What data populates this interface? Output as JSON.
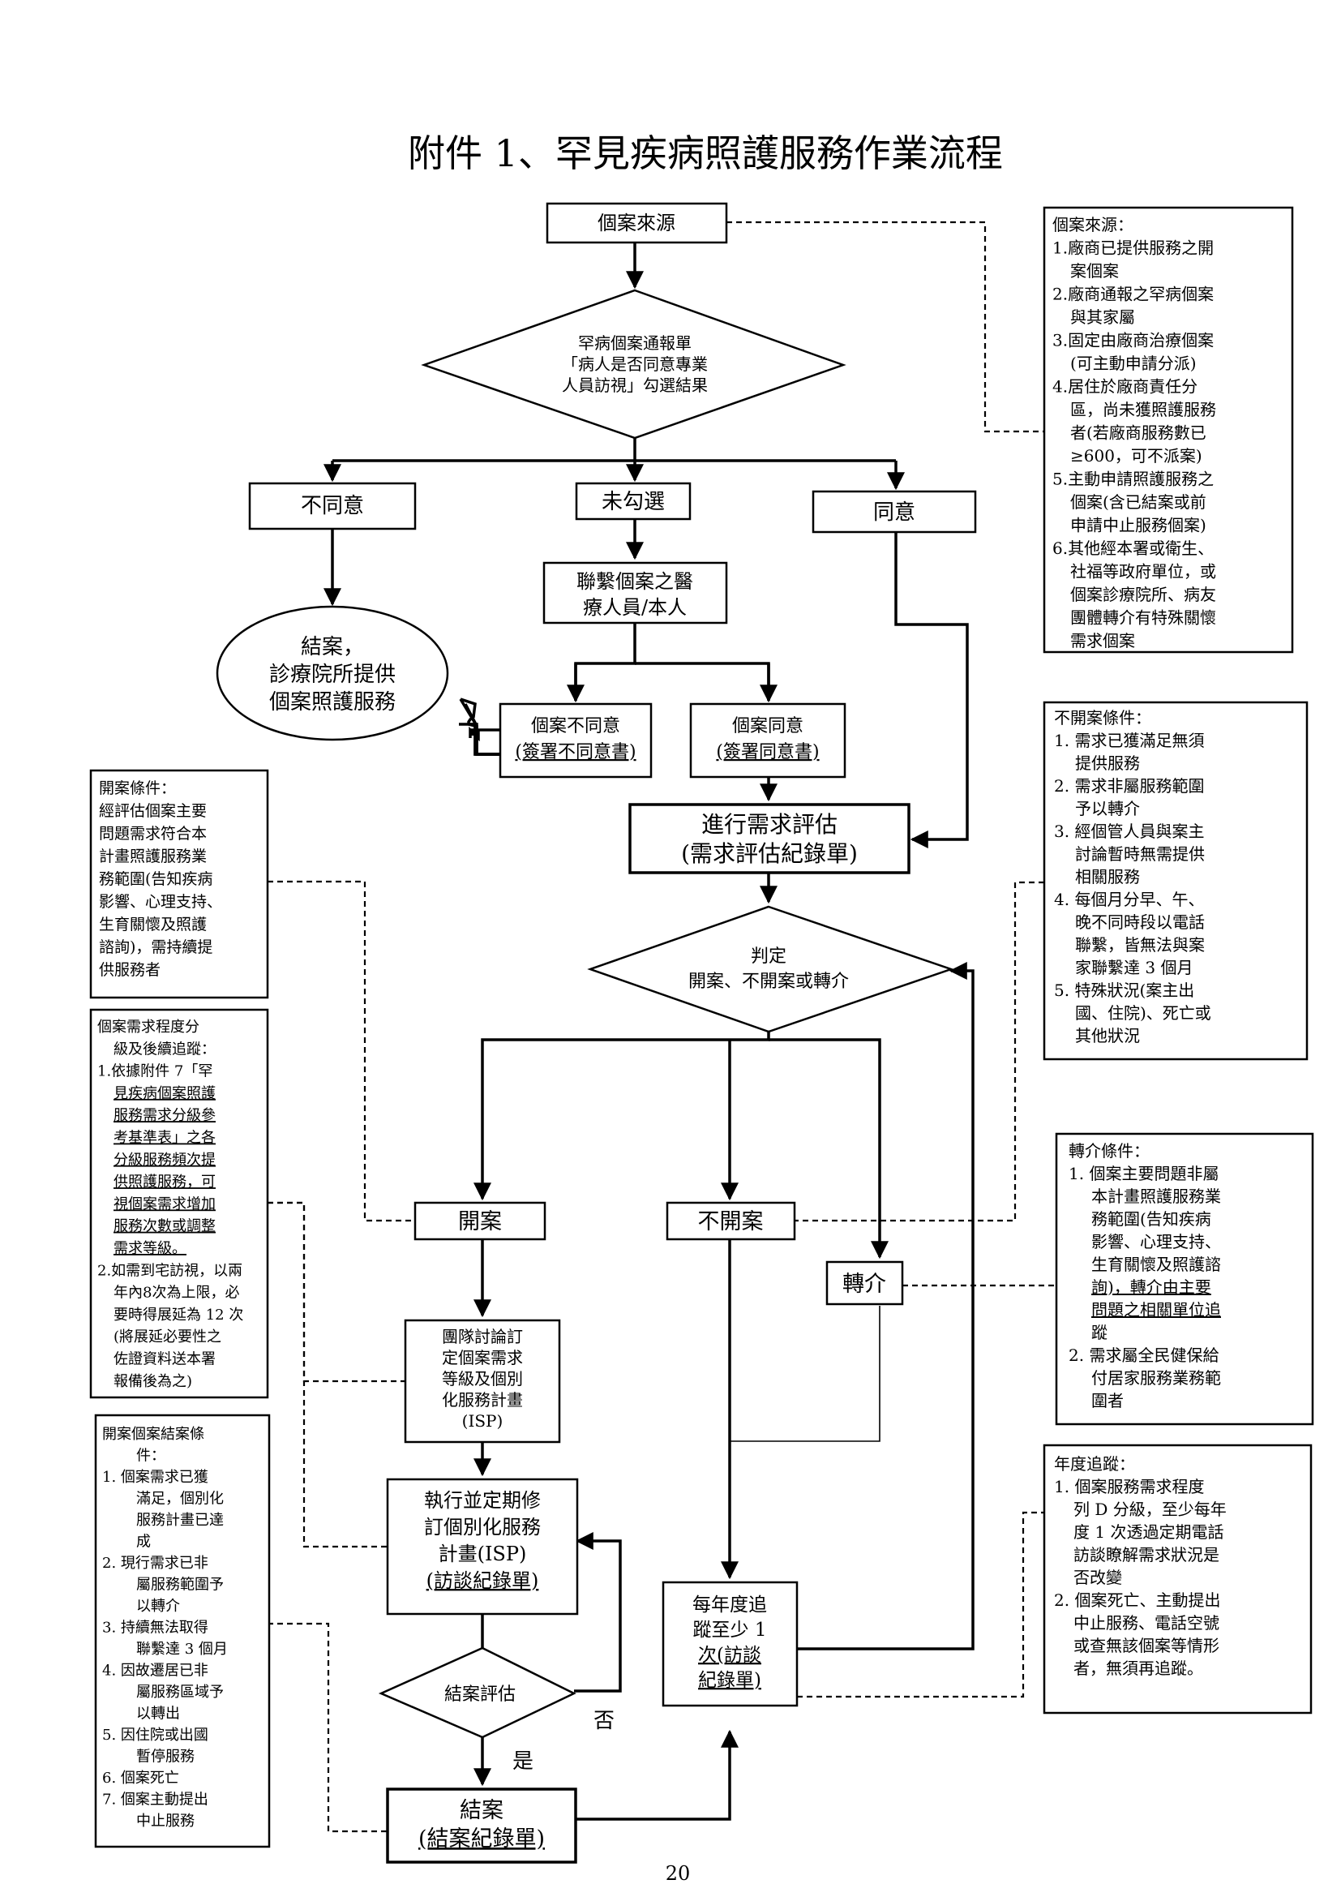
{
  "title": "附件 1、罕見疾病照護服務作業流程",
  "page_number": "20",
  "flow": {
    "source": "個案來源",
    "decision1": [
      "罕病個案通報單",
      "「病人是否同意專業",
      "人員訪視」勾選結果"
    ],
    "disagree": "不同意",
    "unchecked": "未勾選",
    "agree": "同意",
    "contact": [
      "聯繫個案之醫",
      "療人員/本人"
    ],
    "close_care": [
      "結案，",
      "診療院所提供",
      "個案照護服務"
    ],
    "case_disagree": [
      "個案不同意",
      "(簽署不同意書)"
    ],
    "case_agree": [
      "個案同意",
      "(簽署同意書)"
    ],
    "assess": [
      "進行需求評估",
      "(需求評估紀錄單)"
    ],
    "decision2": [
      "判定",
      "開案、不開案或轉介"
    ],
    "open": "開案",
    "not_open": "不開案",
    "refer": "轉介",
    "team": [
      "團隊討論訂",
      "定個案需求",
      "等級及個別",
      "化服務計畫",
      "(ISP)"
    ],
    "execute": [
      "執行並定期修",
      "訂個別化服務",
      "計畫(ISP)",
      "(訪談紀錄單)"
    ],
    "decision3": "結案評估",
    "no": "否",
    "yes": "是",
    "close": [
      "結案",
      "(結案紀錄單)"
    ],
    "annual": [
      "每年度追",
      "蹤至少 1",
      "次(訪談",
      "紀錄單)"
    ]
  },
  "notes": {
    "source_note": [
      "個案來源：",
      "1.廠商已提供服務之開",
      "案個案",
      "2.廠商通報之罕病個案",
      "與其家屬",
      "3.固定由廠商治療個案",
      "(可主動申請分派)",
      "4.居住於廠商責任分",
      "區，尚未獲照護服務",
      "者(若廠商服務數已",
      "≥600，可不派案)",
      "5.主動申請照護服務之",
      "個案(含已結案或前",
      "申請中止服務個案)",
      "6.其他經本署或衛生、",
      "社福等政府單位，或",
      "個案診療院所、病友",
      "團體轉介有特殊關懷",
      "需求個案"
    ],
    "not_open_note": [
      "不開案條件：",
      "1. 需求已獲滿足無須",
      "提供服務",
      "2. 需求非屬服務範圍",
      "予以轉介",
      "3. 經個管人員與案主",
      "討論暫時無需提供",
      "相關服務",
      "4. 每個月分早、午、",
      "晚不同時段以電話",
      "聯繫，皆無法與案",
      "家聯繫達 3 個月",
      "5. 特殊狀況(案主出",
      "國、住院)、死亡或",
      "其他狀況"
    ],
    "open_note": [
      "開案條件：",
      "經評估個案主要",
      "問題需求符合本",
      "計畫照護服務業",
      "務範圍(告知疾病",
      "影響、心理支持、",
      "生育關懷及照護",
      "諮詢)，需持續提",
      "供服務者"
    ],
    "level_note": [
      "個案需求程度分",
      "級及後續追蹤：",
      "1.依據附件 7「罕",
      "見疾病個案照護",
      "服務需求分級參",
      "考基準表」之各",
      "分級服務頻次提",
      "供照護服務，可",
      "視個案需求增加",
      "服務次數或調整",
      "需求等級。",
      "2.如需到宅訪視，以兩",
      "年內8次為上限，必",
      "要時得展延為 12 次",
      "(將展延必要性之",
      "佐證資料送本署",
      "報備後為之)"
    ],
    "refer_note": [
      "轉介條件：",
      "1. 個案主要問題非屬",
      "本計畫照護服務業",
      "務範圍(告知疾病",
      "影響、心理支持、",
      "生育關懷及照護諮",
      "詢)，轉介由主要",
      "問題之相關單位追",
      "蹤",
      "2. 需求屬全民健保給",
      "付居家服務業務範",
      "圍者"
    ],
    "close_note": [
      "開案個案結案條",
      "件：",
      "1.  個案需求已獲",
      "滿足，個別化",
      "服務計畫已達",
      "成",
      "2.  現行需求已非",
      "屬服務範圍予",
      "以轉介",
      "3.  持續無法取得",
      "聯繫達 3 個月",
      "4.  因故遷居已非",
      "屬服務區域予",
      "以轉出",
      "5.  因住院或出國",
      "暫停服務",
      "6.  個案死亡",
      "7.  個案主動提出",
      "中止服務"
    ],
    "annual_note": [
      "年度追蹤：",
      "1. 個案服務需求程度",
      "列 D 分級，至少每年",
      "度 1 次透過定期電話",
      "訪談瞭解需求狀況是",
      "否改變",
      "2. 個案死亡、主動提出",
      "中止服務、電話空號",
      "或查無該個案等情形",
      "者，無須再追蹤。"
    ]
  }
}
